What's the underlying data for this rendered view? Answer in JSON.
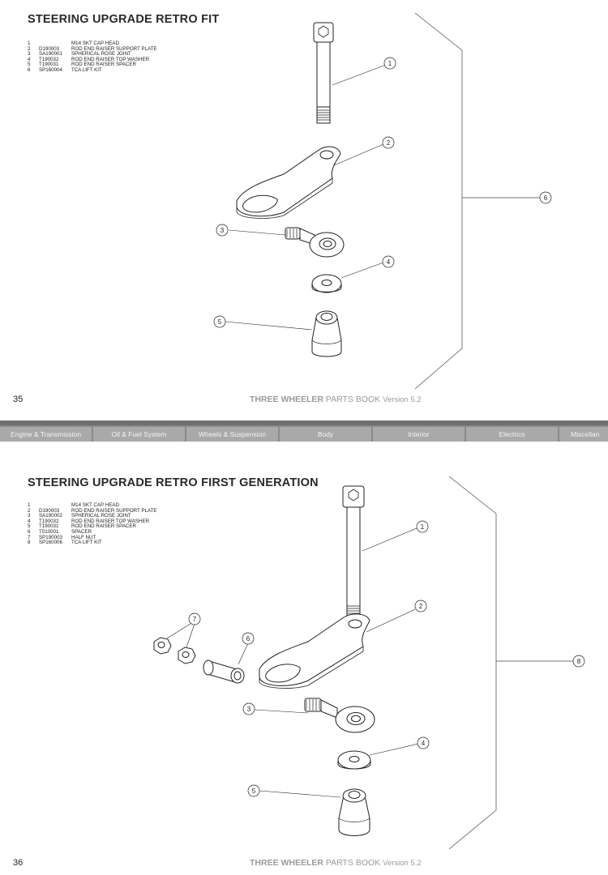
{
  "top_page": {
    "title": "STEERING UPGRADE RETRO FIT",
    "parts": [
      {
        "no": "1",
        "part_number": "",
        "description": "M14 SKT CAP HEAD"
      },
      {
        "no": "2",
        "part_number": "D190003",
        "description": "ROD END RAISER SUPPORT PLATE"
      },
      {
        "no": "3",
        "part_number": "SA190001",
        "description": "SPHERICAL ROSE JOINT"
      },
      {
        "no": "4",
        "part_number": "T190032",
        "description": "ROD END RAISER TOP WASHER"
      },
      {
        "no": "5",
        "part_number": "T190031",
        "description": "ROD END RAISER SPACER"
      },
      {
        "no": "6",
        "part_number": "SP160004",
        "description": "TCA LIFT KIT"
      }
    ],
    "callouts": [
      "1",
      "2",
      "3",
      "4",
      "5",
      "6"
    ],
    "page_number": "35",
    "footer": {
      "brand": "THREE WHEELER",
      "book": " PARTS BOOK ",
      "version": "Version 5.2"
    }
  },
  "nav": {
    "tabs": [
      "Engine & Transmission",
      "Oil & Fuel System",
      "Wheels & Suspension",
      "Body",
      "Interior",
      "Electrics",
      "Miscellan"
    ]
  },
  "bottom_page": {
    "title": "STEERING UPGRADE RETRO FIRST GENERATION",
    "parts": [
      {
        "no": "1",
        "part_number": "",
        "description": "M14 SKT CAP HEAD"
      },
      {
        "no": "2",
        "part_number": "D190003",
        "description": "ROD END RAISER SUPPORT PLATE"
      },
      {
        "no": "3",
        "part_number": "SA190002",
        "description": "SPHERICAL ROSE JOINT"
      },
      {
        "no": "4",
        "part_number": "T190032",
        "description": "ROD END RAISER TOP WASHER"
      },
      {
        "no": "5",
        "part_number": "T190031",
        "description": "ROD END RAISER SPACER"
      },
      {
        "no": "6",
        "part_number": "T010001",
        "description": "SPACER"
      },
      {
        "no": "7",
        "part_number": "SP190003",
        "description": "HALF NUT"
      },
      {
        "no": "8",
        "part_number": "SP160006",
        "description": "TCA LIFT KIT"
      }
    ],
    "callouts": [
      "1",
      "2",
      "3",
      "4",
      "5",
      "6",
      "7",
      "8"
    ],
    "page_number": "36",
    "footer": {
      "brand": "THREE WHEELER",
      "book": " PARTS BOOK ",
      "version": "Version 5.2"
    }
  }
}
